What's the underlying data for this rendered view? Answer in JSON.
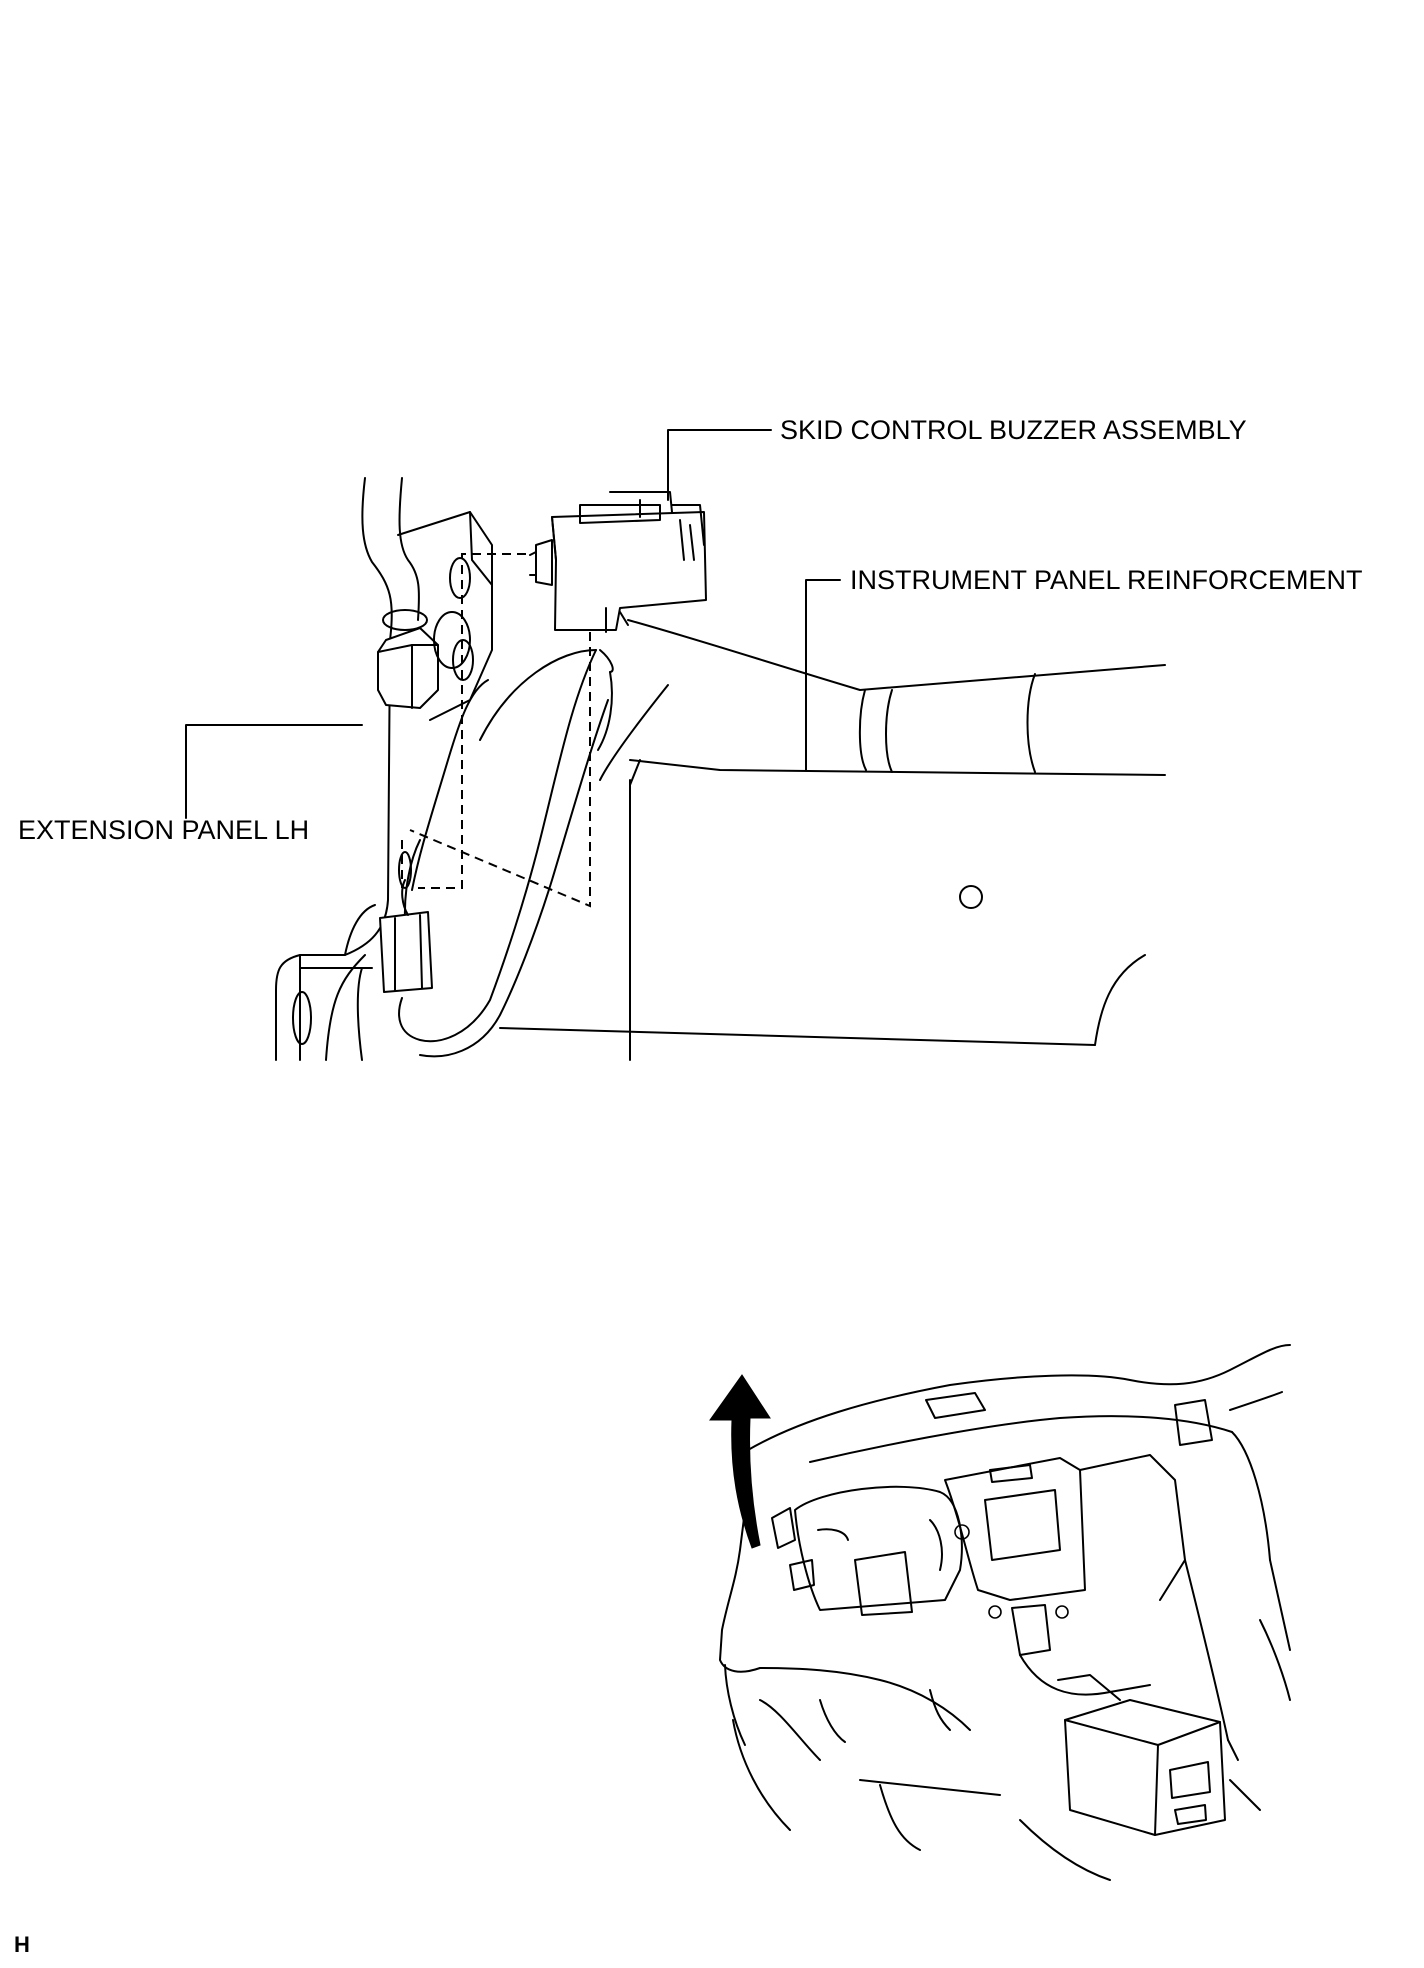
{
  "labels": {
    "skid_control_buzzer": "SKID CONTROL BUZZER ASSEMBLY",
    "instrument_panel_reinforcement": "INSTRUMENT PANEL REINFORCEMENT",
    "extension_panel_lh": "EXTENSION PANEL LH"
  },
  "corner_mark": "H",
  "colors": {
    "ink": "#000000",
    "background": "#ffffff"
  }
}
